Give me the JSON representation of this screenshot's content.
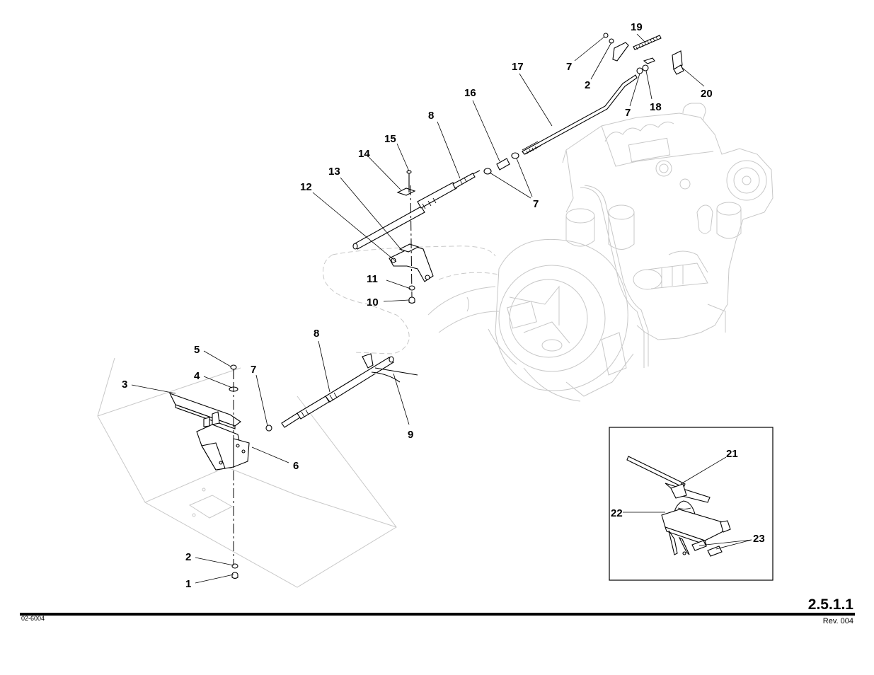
{
  "page": {
    "number": "2.5.1.1",
    "drawing_id": "02-6004",
    "revision": "Rev. 004"
  },
  "callouts": {
    "c1": "1",
    "c2a": "2",
    "c2b": "2",
    "c3": "3",
    "c4": "4",
    "c5": "5",
    "c6": "6",
    "c7a": "7",
    "c7b": "7",
    "c7c": "7",
    "c7d": "7",
    "c8a": "8",
    "c8b": "8",
    "c9": "9",
    "c10": "10",
    "c11": "11",
    "c12": "12",
    "c13": "13",
    "c14": "14",
    "c15": "15",
    "c16": "16",
    "c17": "17",
    "c18": "18",
    "c19": "19",
    "c20": "20",
    "c21": "21",
    "c22": "22",
    "c23": "23"
  },
  "colors": {
    "line": "#000000",
    "ghost": "#c8c8c8",
    "background": "#ffffff"
  }
}
